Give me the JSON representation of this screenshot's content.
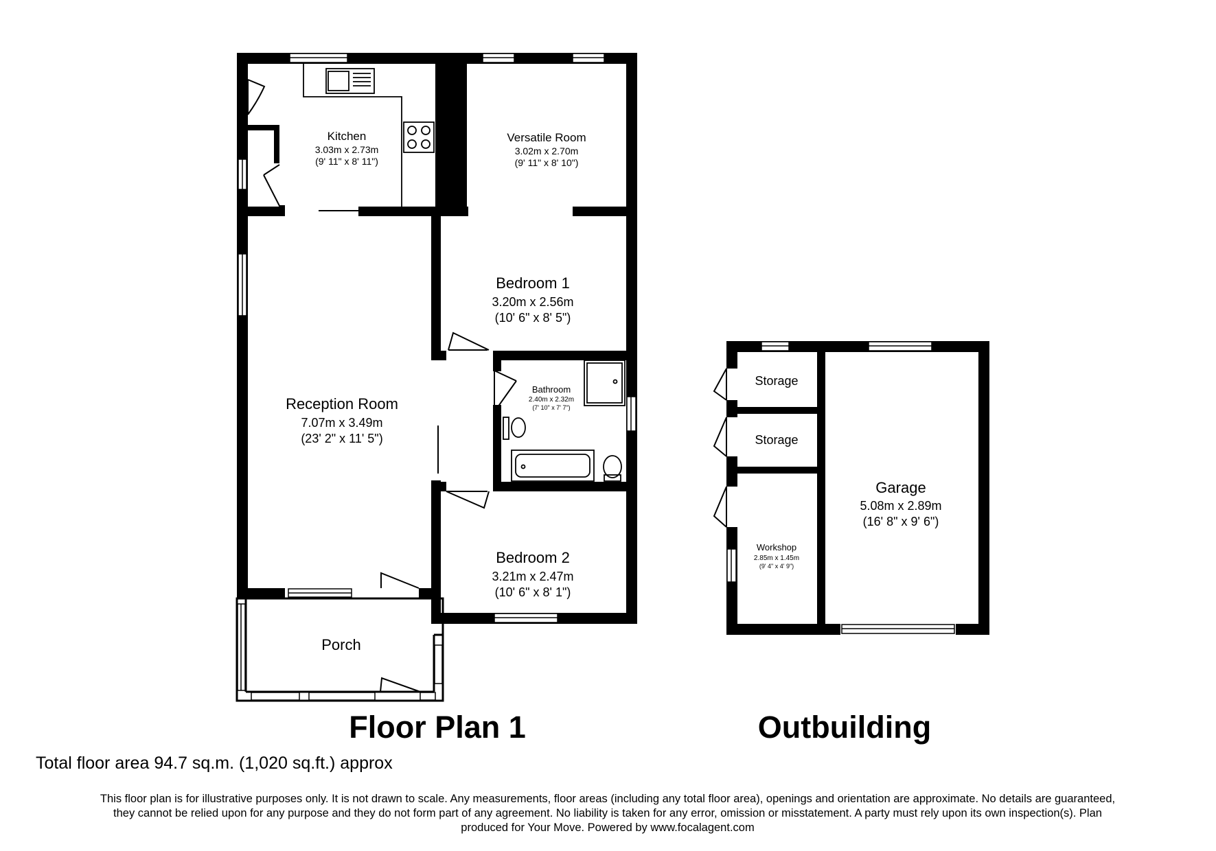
{
  "plans": {
    "floor_plan_title": "Floor Plan 1",
    "outbuilding_title": "Outbuilding"
  },
  "rooms": {
    "kitchen": {
      "name": "Kitchen",
      "metric": "3.03m x 2.73m",
      "imperial": "(9' 11\" x 8' 11\")"
    },
    "versatile": {
      "name": "Versatile Room",
      "metric": "3.02m x 2.70m",
      "imperial": "(9' 11\" x 8' 10\")"
    },
    "bedroom1": {
      "name": "Bedroom 1",
      "metric": "3.20m x 2.56m",
      "imperial": "(10' 6\" x 8' 5\")"
    },
    "reception": {
      "name": "Reception Room",
      "metric": "7.07m x 3.49m",
      "imperial": "(23' 2\" x 11' 5\")"
    },
    "bathroom": {
      "name": "Bathroom",
      "metric": "2.40m x 2.32m",
      "imperial": "(7' 10\" x 7' 7\")"
    },
    "bedroom2": {
      "name": "Bedroom 2",
      "metric": "3.21m x 2.47m",
      "imperial": "(10' 6\" x 8' 1\")"
    },
    "porch": {
      "name": "Porch"
    },
    "storage1": {
      "name": "Storage"
    },
    "storage2": {
      "name": "Storage"
    },
    "workshop": {
      "name": "Workshop",
      "metric": "2.85m x 1.45m",
      "imperial": "(9' 4\" x 4' 9\")"
    },
    "garage": {
      "name": "Garage",
      "metric": "5.08m x 2.89m",
      "imperial": "(16' 8\" x 9' 6\")"
    }
  },
  "footer": {
    "total_area": "Total floor area 94.7 sq.m. (1,020 sq.ft.) approx",
    "disclaimer_line1": "This floor plan is for illustrative purposes only. It is not drawn to scale. Any measurements, floor areas (including any total floor area), openings and orientation are approximate. No details are guaranteed,",
    "disclaimer_line2": "they cannot be relied upon for any purpose and they do not form part of any agreement. No liability is taken for any error, omission or misstatement. A party must rely upon its own inspection(s).  Plan",
    "disclaimer_line3": "produced for Your Move. Powered by www.focalagent.com"
  },
  "colors": {
    "wall": "#000000",
    "background": "#ffffff",
    "fixture": "#555555"
  }
}
